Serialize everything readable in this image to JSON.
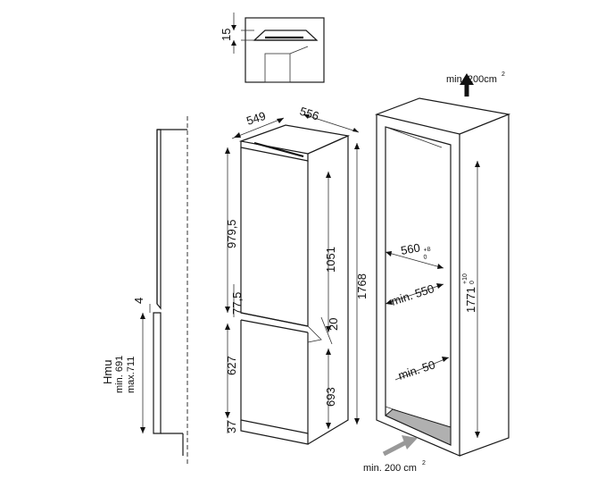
{
  "labels": {
    "d15": "15",
    "d549": "549",
    "d556": "556",
    "d979": "979,5",
    "d1051": "1051",
    "d1768": "1768",
    "d77": "77,5",
    "d20": "20",
    "d627": "627",
    "d693": "693",
    "d37": "37",
    "d4": "4",
    "hmu": "Hmu",
    "min691": "min. 691",
    "max711": "max.711",
    "min200top": "min. 200cm",
    "min200top_sup": "2",
    "min200bottom": "min. 200 cm",
    "min200bottom_sup": "2",
    "d560": "560",
    "d560_sup_top": "+8",
    "d560_sup_bot": "0",
    "min550": "min. 550",
    "min50": "min. 50",
    "d1771": "1771",
    "d1771_sup_top": "+10",
    "d1771_sup_bot": "0"
  },
  "colors": {
    "line": "#1a1a1a",
    "vent_fill": "#b0b0b0",
    "arrow_gray": "#999999",
    "black_arrow": "#111111"
  }
}
